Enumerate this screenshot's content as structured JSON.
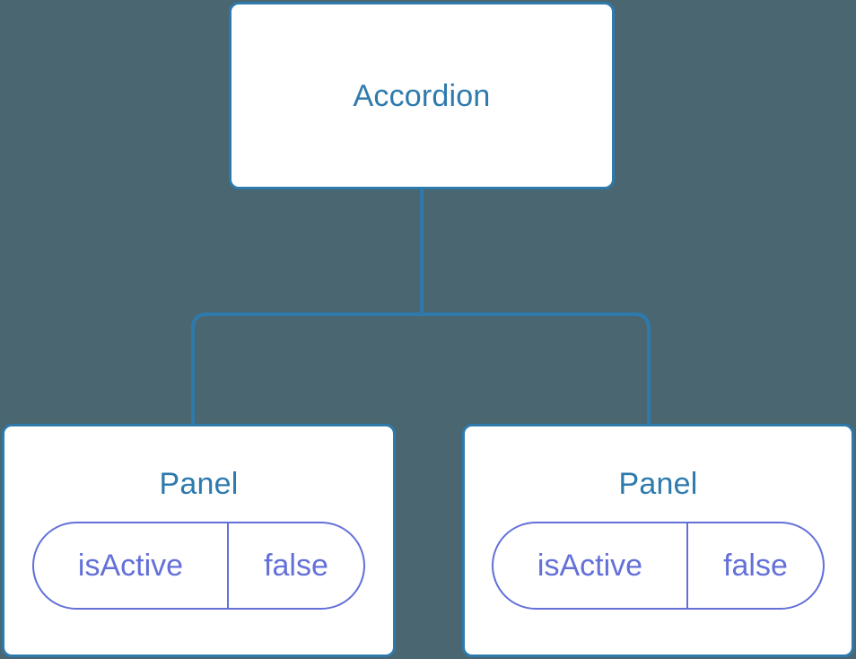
{
  "canvas": {
    "background_color": "#4a6670",
    "node_fill_color": "#ffffff",
    "node_border_color": "#2e7aad",
    "edge_color": "#2e7aad",
    "prop_color": "#6370d8"
  },
  "diagram": {
    "type": "component-tree",
    "root": {
      "label": "Accordion"
    },
    "children": [
      {
        "label": "Panel",
        "props": [
          {
            "key": "isActive",
            "value": "false"
          }
        ]
      },
      {
        "label": "Panel",
        "props": [
          {
            "key": "isActive",
            "value": "false"
          }
        ]
      }
    ]
  }
}
